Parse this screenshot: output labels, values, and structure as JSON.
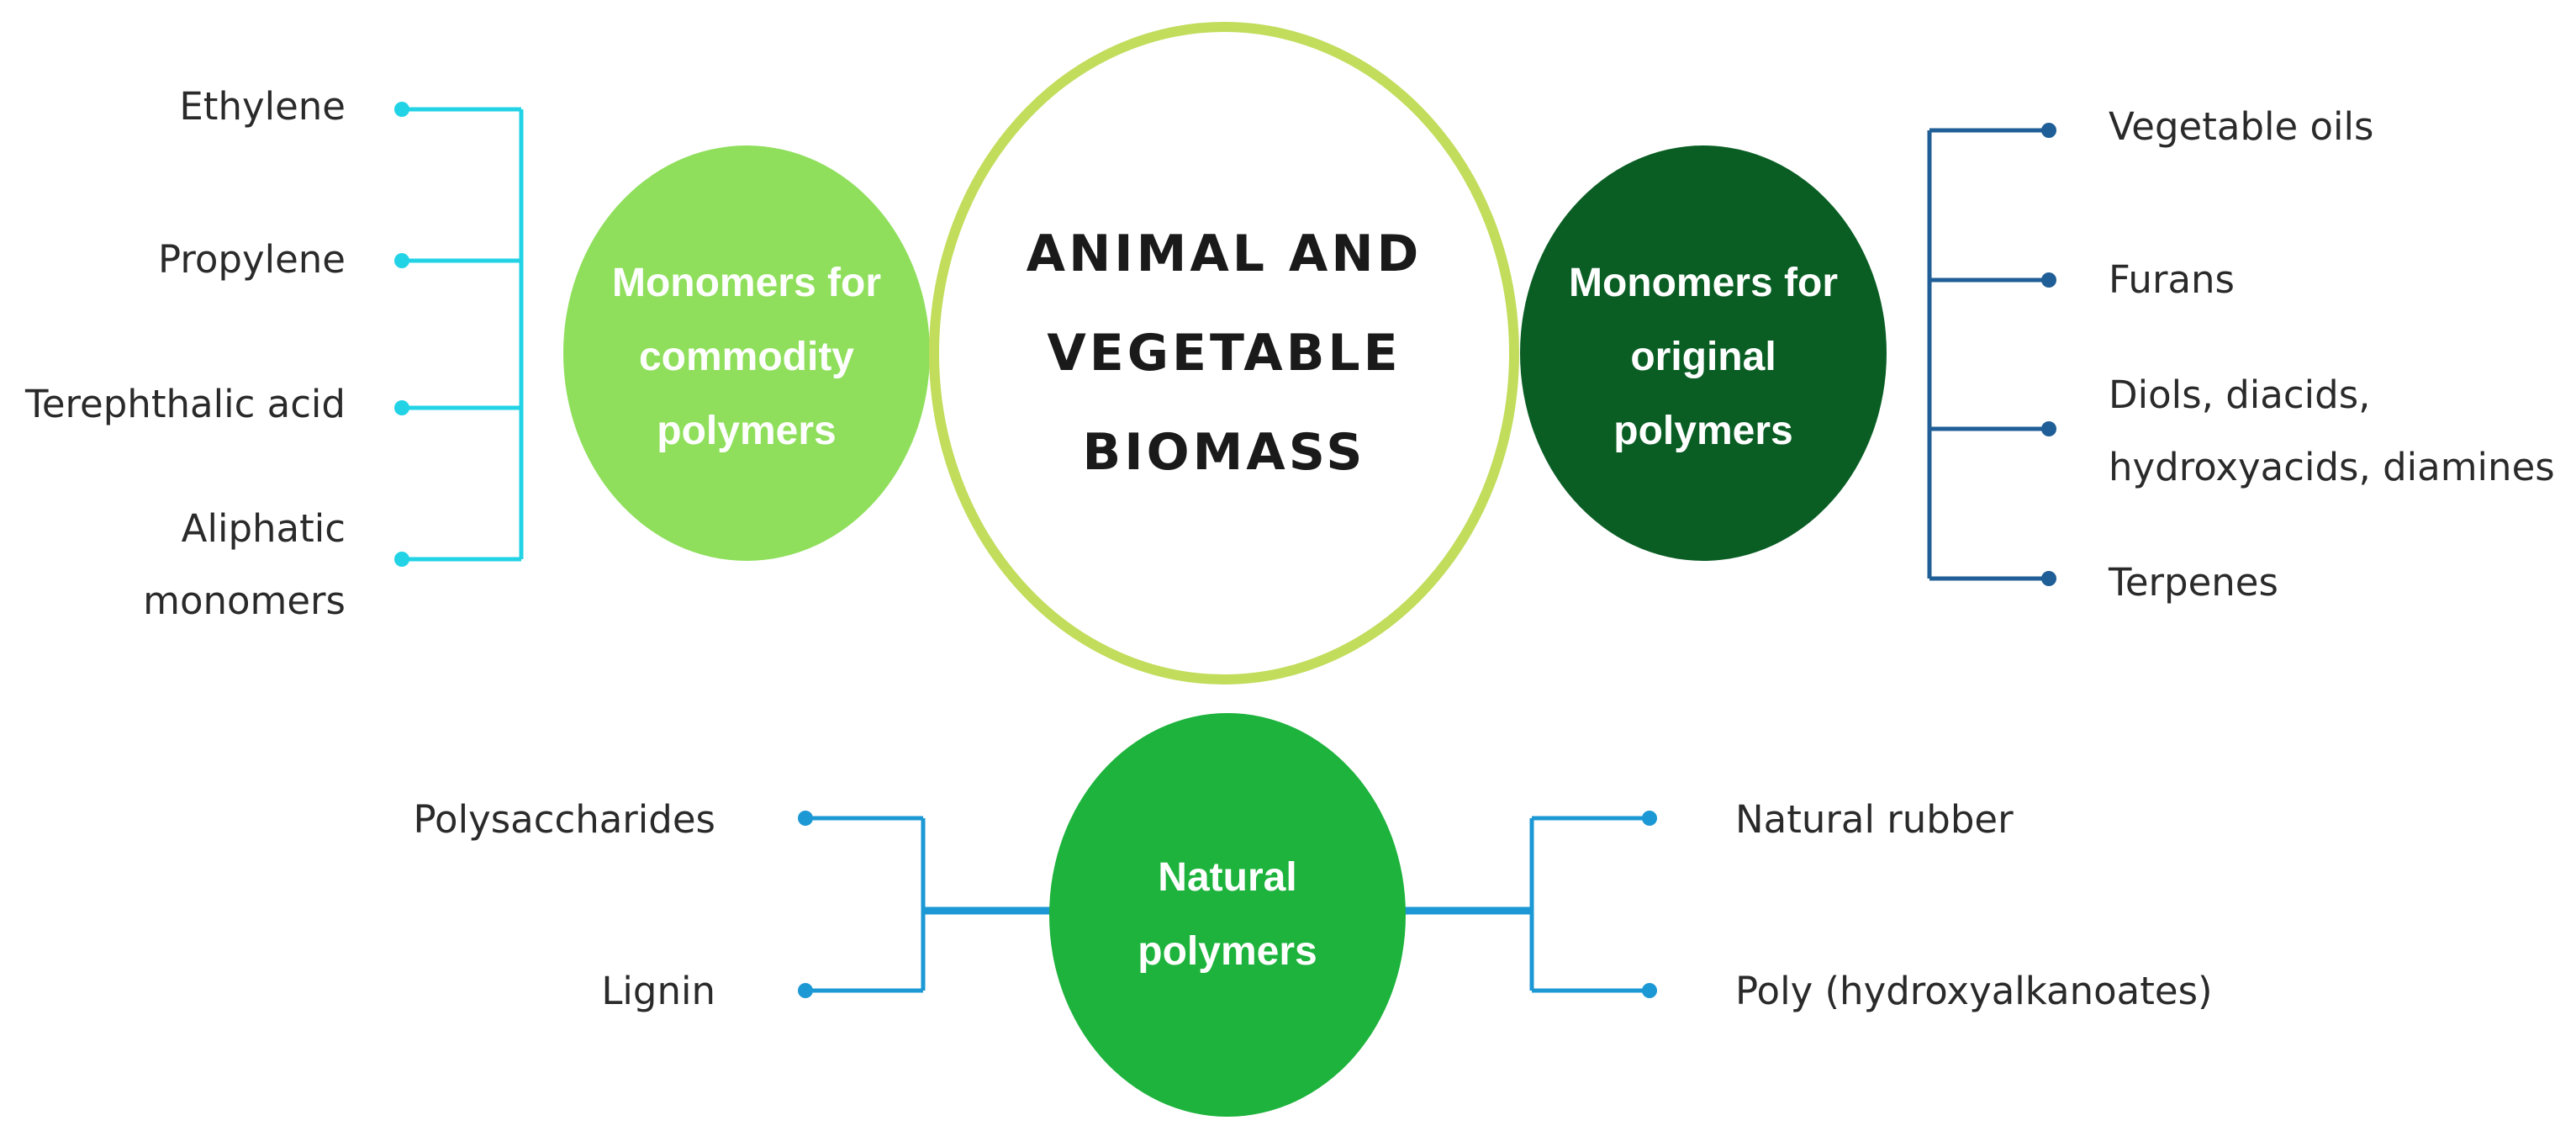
{
  "center": {
    "label": "ANIMAL AND\nVEGETABLE\nBIOMASS",
    "stroke_color": "#c2dd5c"
  },
  "commodity": {
    "label": "Monomers for\ncommodity\npolymers",
    "fill_color": "#8fdf5c",
    "connector_color": "#22d3e6",
    "items": [
      "Ethylene",
      "Propylene",
      "Terephthalic acid",
      "Aliphatic\nmonomers"
    ]
  },
  "original": {
    "label": "Monomers for\noriginal\npolymers",
    "fill_color": "#0a5e24",
    "connector_color": "#1f5e96",
    "items": [
      "Vegetable oils",
      "Furans",
      "Diols, diacids,\nhydroxyacids, diamines",
      "Terpenes"
    ]
  },
  "natural": {
    "label": "Natural\npolymers",
    "fill_color": "#1db33c",
    "connector_color": "#1c98d4",
    "left_items": [
      "Polysaccharides",
      "Lignin"
    ],
    "right_items": [
      "Natural rubber",
      "Poly (hydroxyalkanoates)"
    ]
  }
}
